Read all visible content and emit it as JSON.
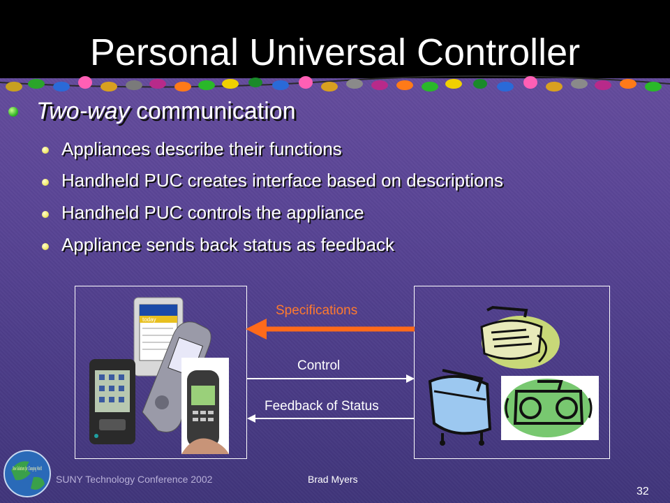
{
  "slide": {
    "title": "Personal Universal Controller",
    "main_bullet": {
      "emphasis": "Two-way",
      "rest": " communication"
    },
    "sub_bullets": [
      "Appliances describe their functions",
      "Handheld PUC creates interface based on descriptions",
      "Handheld PUC controls the appliance",
      "Appliance sends back status as feedback"
    ]
  },
  "diagram": {
    "specifications_label": "Specifications",
    "control_label": "Control",
    "feedback_label": "Feedback of Status",
    "screen_today": "today",
    "logo_text": "Now Solutions for Changing World"
  },
  "footer": {
    "conference": "SUNY Technology Conference 2002",
    "author": "Brad Myers",
    "page_number": "32"
  },
  "colors": {
    "background": "#5a4596",
    "header": "#000000",
    "specifications_arrow": "#ff6a1a",
    "text": "#ffffff"
  }
}
